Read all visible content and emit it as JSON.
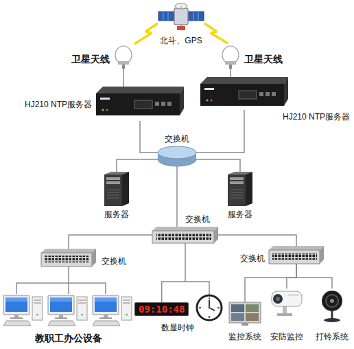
{
  "diagram": {
    "nodes": [
      {
        "text": [
          "北斗、GPS"
        ]
      },
      {
        "text": [
          "卫星天线"
        ]
      },
      {
        "text": [
          "卫星天线"
        ]
      },
      {
        "text": [
          "HJ210 NTP服务器"
        ]
      },
      {
        "text": [
          "HJ210 NTP服务器"
        ]
      },
      {
        "text": [
          "交换机"
        ]
      },
      {
        "text": [
          "服务器"
        ]
      },
      {
        "text": [
          "服务器"
        ]
      },
      {
        "text": [
          "交换机"
        ]
      },
      {
        "text": [
          "交换机"
        ]
      },
      {
        "text": [
          "交换机"
        ]
      },
      {
        "text": [
          "教职工办公设备"
        ]
      },
      {
        "text": [
          "09:10:48",
          "数显时钟"
        ]
      },
      {
        "text": [
          "监控系统"
        ]
      },
      {
        "text": [
          "安防监控"
        ]
      },
      {
        "text": [
          "打铃系统"
        ]
      }
    ],
    "edges": [
      {
        "from": 1,
        "to": 3,
        "arrow": "none"
      },
      {
        "from": 2,
        "to": 4,
        "arrow": "none"
      },
      {
        "from": 3,
        "to": 5,
        "arrow": "none"
      },
      {
        "from": 4,
        "to": 5,
        "arrow": "none"
      },
      {
        "from": 5,
        "to": 6,
        "arrow": "none"
      },
      {
        "from": 5,
        "to": 7,
        "arrow": "none"
      },
      {
        "from": 5,
        "to": 8,
        "arrow": "none"
      },
      {
        "from": 8,
        "to": 9,
        "arrow": "none"
      },
      {
        "from": 8,
        "to": 10,
        "arrow": "none"
      },
      {
        "from": 8,
        "to": 12,
        "arrow": "none"
      },
      {
        "from": 9,
        "to": 11,
        "arrow": "none"
      },
      {
        "from": 10,
        "to": 13,
        "arrow": "none"
      },
      {
        "from": 10,
        "to": 14,
        "arrow": "none"
      },
      {
        "from": 10,
        "to": 15,
        "arrow": "none"
      }
    ]
  }
}
